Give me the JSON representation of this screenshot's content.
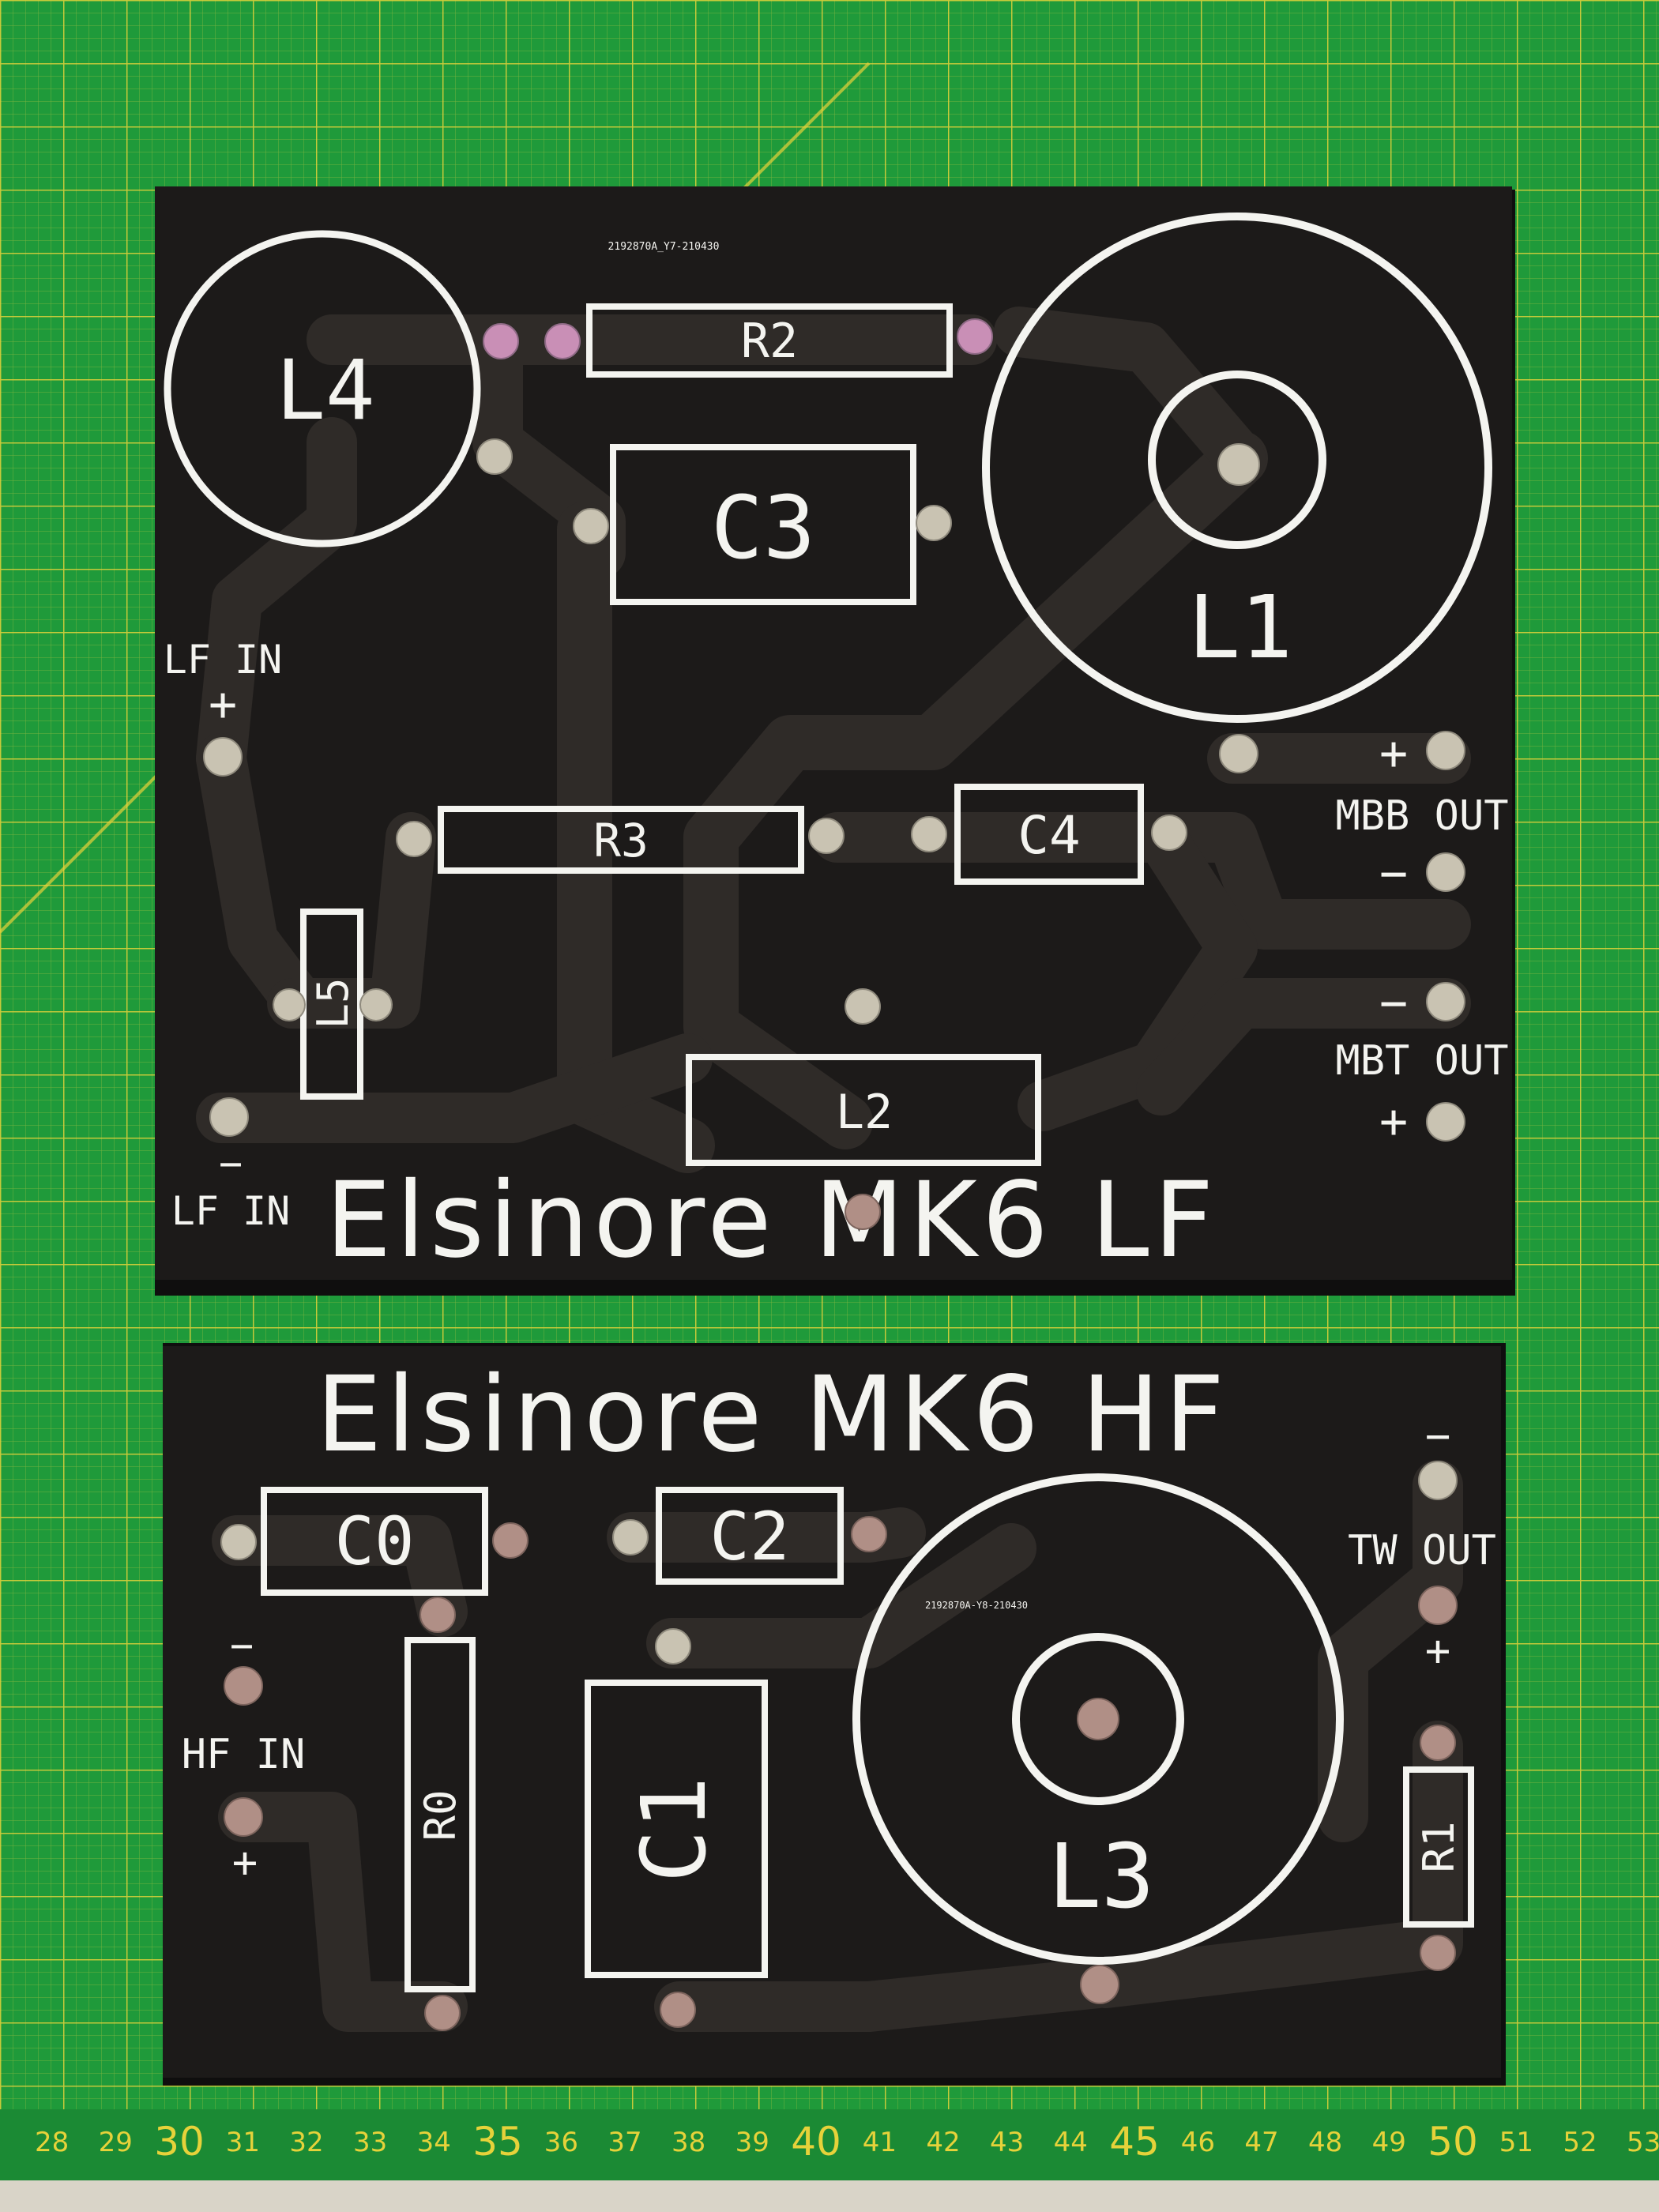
{
  "boards": {
    "lf": {
      "serial": "2192870A_Y7-210430",
      "title": "Elsinore MK6 LF",
      "components": {
        "l4": "L4",
        "r2": "R2",
        "c3": "C3",
        "l1": "L1",
        "r3": "R3",
        "c4": "C4",
        "l5": "L5",
        "l2": "L2"
      },
      "connectors": {
        "lf_in_top": "LF IN",
        "lf_in_top_sign": "+",
        "lf_in_bottom": "LF IN",
        "lf_in_bottom_sign": "−",
        "mbb_out": "MBB OUT",
        "mbb_plus": "+",
        "mbb_minus": "−",
        "mbt_out": "MBT OUT",
        "mbt_minus": "−",
        "mbt_plus": "+"
      }
    },
    "hf": {
      "serial": "2192870A-Y8-210430",
      "title": "Elsinore MK6 HF",
      "components": {
        "c0": "C0",
        "c2": "C2",
        "r0": "R0",
        "c1": "C1",
        "l3": "L3",
        "r1": "R1"
      },
      "connectors": {
        "tw_out": "TW OUT",
        "tw_minus": "−",
        "tw_plus": "+",
        "hf_in": "HF IN",
        "hf_minus": "−",
        "hf_plus": "+"
      }
    }
  },
  "ruler": {
    "labels": [
      "28",
      "29",
      "30",
      "31",
      "32",
      "33",
      "34",
      "35",
      "36",
      "37",
      "38",
      "39",
      "40",
      "41",
      "42",
      "43",
      "44",
      "45",
      "46",
      "47",
      "48",
      "49",
      "50",
      "51",
      "52",
      "53"
    ]
  },
  "colors": {
    "mat": "#1f9a3a",
    "grid": "#e6d23a",
    "pcb": "#1c1a19",
    "silkscreen": "#f4f4f0"
  }
}
